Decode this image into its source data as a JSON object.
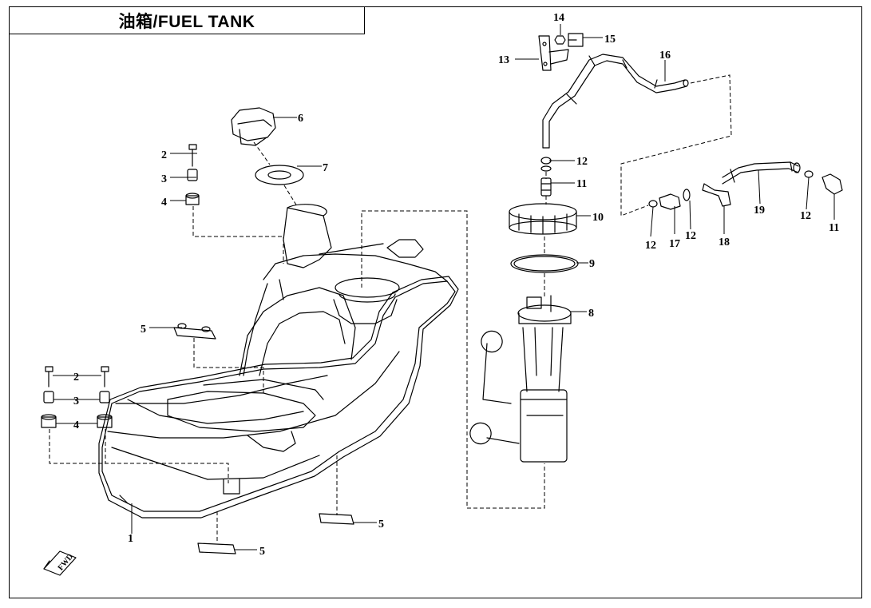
{
  "title": "油箱/FUEL TANK",
  "fwd_label": "FWD",
  "callouts": [
    "1",
    "2",
    "2",
    "3",
    "3",
    "4",
    "4",
    "5",
    "5",
    "5",
    "5",
    "6",
    "7",
    "8",
    "9",
    "10",
    "11",
    "11",
    "12",
    "12",
    "12",
    "12",
    "13",
    "14",
    "15",
    "16",
    "17",
    "18",
    "19"
  ]
}
